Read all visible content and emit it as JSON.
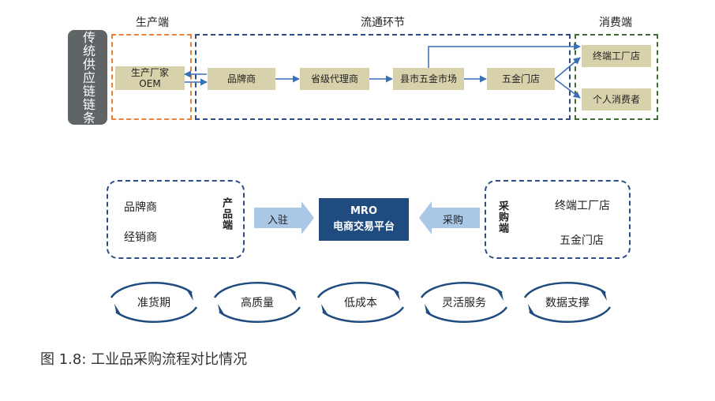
{
  "top_diagram": {
    "section_labels": {
      "producer": "生产端",
      "circulation": "流通环节",
      "consumer": "消费端"
    },
    "legacy_label": "传统供应链链条",
    "manufacturer": {
      "line1": "生产厂家",
      "line2": "OEM"
    },
    "flow_nodes": [
      "品牌商",
      "省级代理商",
      "县市五金市场",
      "五金门店"
    ],
    "consumer_nodes": [
      "终端工厂店",
      "个人消费者"
    ]
  },
  "mid_diagram": {
    "producer_items": [
      "品牌商",
      "经销商"
    ],
    "producer_label": "产品端",
    "join_label": "入驻",
    "platform": {
      "line1": "MRO",
      "line2": "电商交易平台"
    },
    "purchase_label": "采购",
    "buyer_label": "采购端",
    "buyer_items": [
      "终端工厂店",
      "五金门店"
    ]
  },
  "advantages": [
    "准货期",
    "高质量",
    "低成本",
    "灵活服务",
    "数据支撑"
  ],
  "caption": "图 1.8: 工业品采购流程对比情况",
  "colors": {
    "navy": "#1f4b7e",
    "orange": "#e8823a",
    "green": "#3f6b35",
    "khaki": "#d8d2ac",
    "arrow_light": "#aac8e6",
    "legacy_gray": "#5f6466",
    "arrow_blue": "#3a6fb5"
  }
}
